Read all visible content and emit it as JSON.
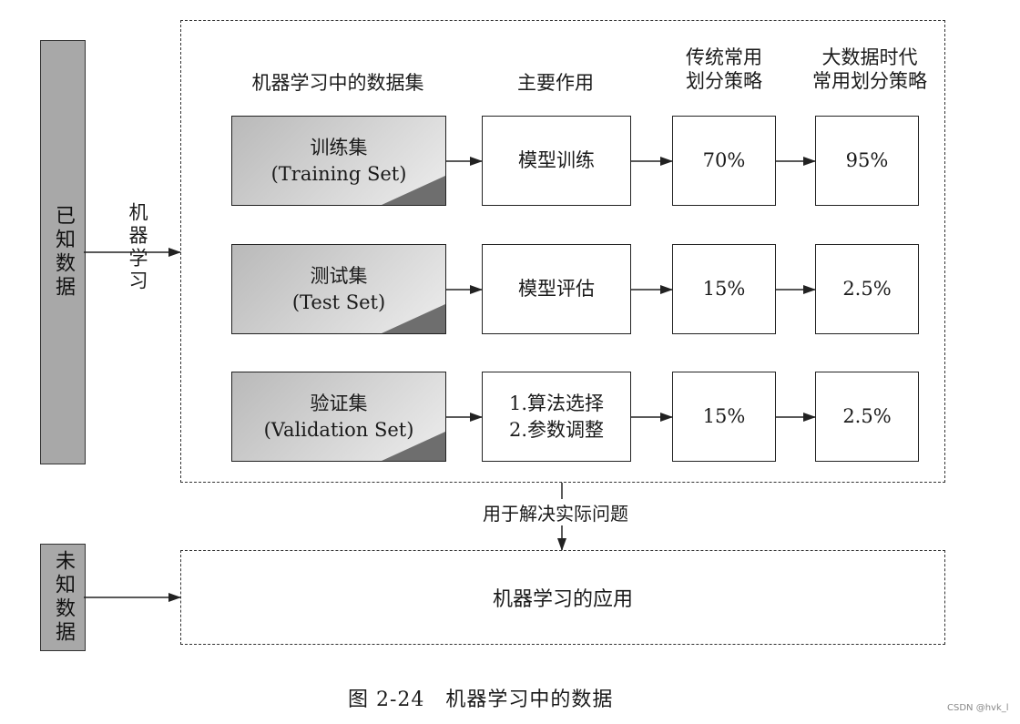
{
  "known_data_label": "已知数据",
  "unknown_data_label": "未知数据",
  "machine_learning_label": "机器学习",
  "headers": {
    "datasets": "机器学习中的数据集",
    "role": "主要作用",
    "traditional_line1": "传统常用",
    "traditional_line2": "划分策略",
    "bigdata_line1": "大数据时代",
    "bigdata_line2": "常用划分策略"
  },
  "rows": [
    {
      "name": "训练集",
      "name_en": "(Training Set)",
      "role_line1": "模型训练",
      "role_line2": "",
      "traditional": "70%",
      "bigdata": "95%"
    },
    {
      "name": "测试集",
      "name_en": "(Test Set)",
      "role_line1": "模型评估",
      "role_line2": "",
      "traditional": "15%",
      "bigdata": "2.5%"
    },
    {
      "name": "验证集",
      "name_en": "(Validation Set)",
      "role_line1": "1.算法选择",
      "role_line2": "2.参数调整",
      "traditional": "15%",
      "bigdata": "2.5%"
    }
  ],
  "apply_label": "用于解决实际问题",
  "application_label": "机器学习的应用",
  "caption": "图 2-24　机器学习中的数据",
  "credit": "CSDN @hvk_l"
}
